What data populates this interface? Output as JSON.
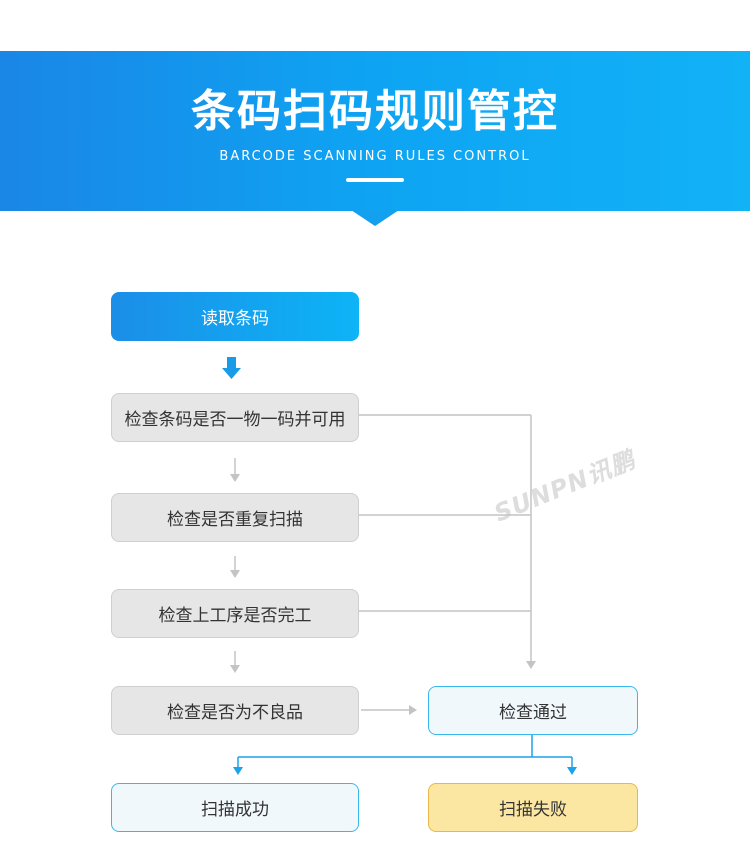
{
  "header": {
    "title": "条码扫码规则管控",
    "subtitle": "BARCODE SCANNING RULES CONTROL"
  },
  "flow": {
    "start": "读取条码",
    "check_unique": "检查条码是否一物一码并可用",
    "check_duplicate": "检查是否重复扫描",
    "check_previous": "检查上工序是否完工",
    "check_defective": "检查是否为不良品",
    "pass": "检查通过",
    "success": "扫描成功",
    "fail": "扫描失败"
  },
  "watermark": "SUNPN讯鹏",
  "colors": {
    "brand_blue": "#0ea4f3",
    "node_gray": "#e6e6e6",
    "pass_border": "#39b8ef",
    "fail_fill": "#fbe7a2"
  }
}
